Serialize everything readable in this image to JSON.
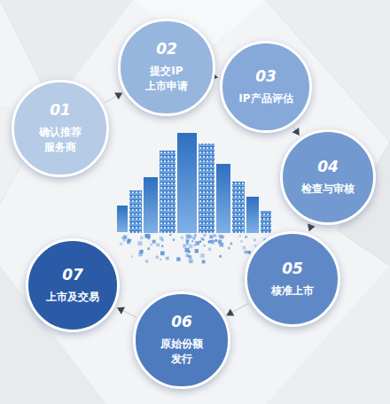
{
  "diagram": {
    "nodes": [
      {
        "text": [
          "01",
          "确认推荐 服务商"
        ]
      },
      {
        "text": [
          "02",
          "提交IP 上市申请"
        ]
      },
      {
        "text": [
          "03",
          "IP产品评估"
        ]
      },
      {
        "text": [
          "04",
          "检查与审核"
        ]
      },
      {
        "text": [
          "05",
          "核准上市"
        ]
      },
      {
        "text": [
          "06",
          "原始份额 发行"
        ]
      },
      {
        "text": [
          "07",
          "上市及交易"
        ]
      }
    ],
    "edges": [
      {
        "from": 0,
        "to": 1,
        "arrow": "to"
      },
      {
        "from": 1,
        "to": 2,
        "arrow": "to"
      },
      {
        "from": 2,
        "to": 3,
        "arrow": "to"
      },
      {
        "from": 3,
        "to": 4,
        "arrow": "to"
      },
      {
        "from": 4,
        "to": 5,
        "arrow": "to"
      },
      {
        "from": 5,
        "to": 6,
        "arrow": "to"
      }
    ]
  }
}
